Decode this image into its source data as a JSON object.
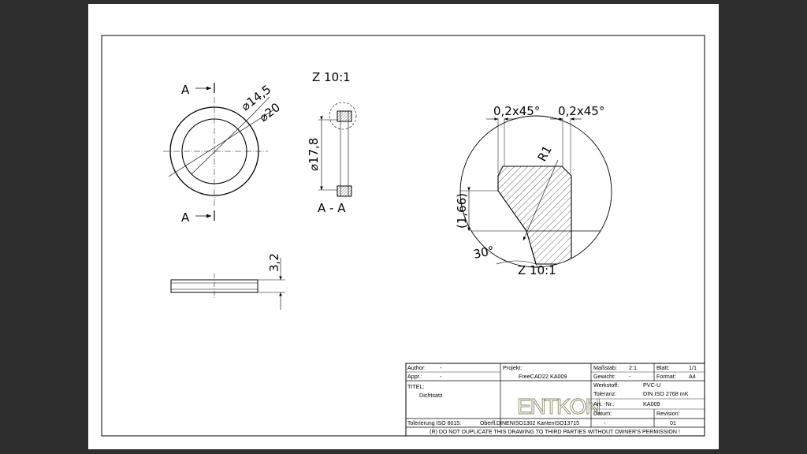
{
  "views": {
    "front": {
      "section_label_top": "A",
      "section_label_bottom": "A",
      "dim_inner": "⌀14,5",
      "dim_outer": "⌀20"
    },
    "section": {
      "detail_title": "Z 10:1",
      "dim_height": "⌀17,8",
      "caption": "A - A"
    },
    "detail": {
      "chamfer_left": "0,2x45°",
      "chamfer_right": "0,2x45°",
      "radius": "R1",
      "height": "(1,66)",
      "angle": "30°",
      "caption": "Z 10:1"
    },
    "side": {
      "thickness": "3,2"
    }
  },
  "title_block": {
    "author_label": "Author:",
    "author_value": "-",
    "appr_label": "Appr.:",
    "appr_value": "-",
    "projekt_label": "Projekt:",
    "projekt_value": "FreeCAD22 KA009",
    "massstab_label": "Maßstab:",
    "massstab_value": "2:1",
    "blatt_label": "Blatt:",
    "blatt_value": "1/1",
    "gewicht_label": "Gewicht:",
    "gewicht_value": "-",
    "format_label": "Format:",
    "format_value": "A4",
    "titel_label": "TITEL:",
    "titel_value": "Dichtsatz",
    "werkstoff_label": "Werkstoff:",
    "werkstoff_value": "PVC-U",
    "toleranz_label": "Toleranz:",
    "toleranz_value": "DIN ISO 2768 mK",
    "artnr_label": "Art. -Nr.:",
    "artnr_value": "KA009",
    "datum_label": "Datum:",
    "datum_value": "-",
    "revision_label": "Revision:",
    "revision_value": "01",
    "tolerierung": "Tolerierung ISO 8015:",
    "oberfl": "Oberfl.DINENISO1302 KantenISO13715",
    "notice": "(R) DO NOT DUPLICATE THIS DRAWING TO THIRD PARTIES WITHOUT OWNER'S PERMISSION !",
    "logo_text": "ENTKON"
  }
}
